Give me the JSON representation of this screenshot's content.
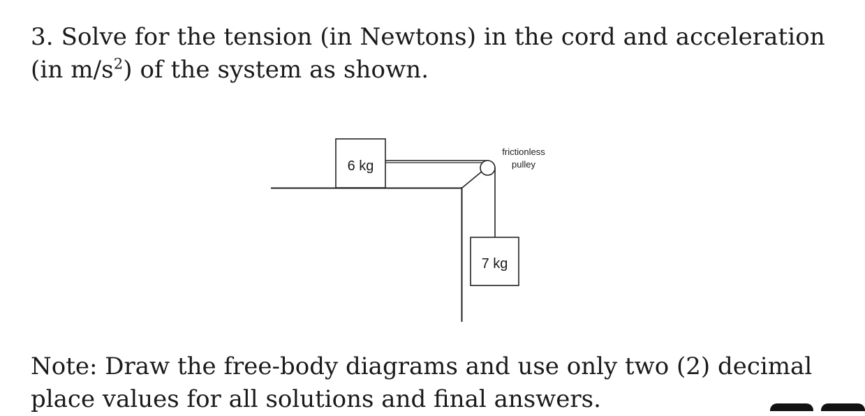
{
  "problem": {
    "number": "3.",
    "text_line1": "Solve for the tension (in Newtons) in the cord and acceleration",
    "text_line2_pre": "(in m/s",
    "text_line2_sup": "2",
    "text_line2_post": ") of the system as shown."
  },
  "figure": {
    "block_a_label": "6 kg",
    "block_b_label": "7 kg",
    "pulley_label_line1": "frictionless",
    "pulley_label_line2": "pulley"
  },
  "note": {
    "line1": "Note: Draw the free-body diagrams and use only two (2) decimal",
    "line2": "place values for all solutions and final answers."
  }
}
